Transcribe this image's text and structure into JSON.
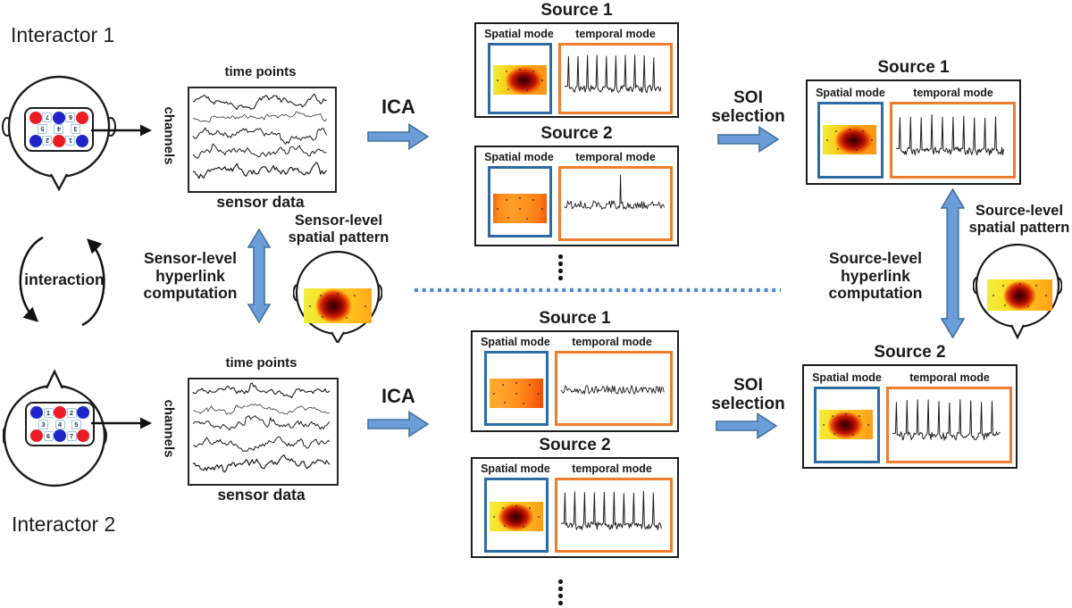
{
  "labels": {
    "interactor1": "Interactor 1",
    "interactor2": "Interactor 2",
    "interaction": "interaction",
    "time_points": "time points",
    "channels": "channels",
    "sensor_data": "sensor data",
    "ica": "ICA",
    "soi_line1": "SOI",
    "soi_line2": "selection",
    "source1": "Source 1",
    "source2": "Source 2",
    "spatial_mode": "Spatial mode",
    "temporal_mode": "temporal mode",
    "sensor_hl_l1": "Sensor-level",
    "sensor_hl_l2": "hyperlink",
    "sensor_hl_l3": "computation",
    "source_hl_l1": "Source-level",
    "source_hl_l2": "hyperlink",
    "source_hl_l3": "computation",
    "sensor_sp_l1": "Sensor-level",
    "sensor_sp_l2": "spatial pattern",
    "source_sp_l1": "Source-level",
    "source_sp_l2": "spatial pattern"
  },
  "electrodes": {
    "rows": [
      {
        "cells": [
          {
            "t": "dot",
            "c": "blue"
          },
          {
            "t": "num",
            "v": "1"
          },
          {
            "t": "dot",
            "c": "red"
          },
          {
            "t": "num",
            "v": "2"
          },
          {
            "t": "dot",
            "c": "blue"
          }
        ]
      },
      {
        "cells": [
          {
            "t": "num",
            "v": "3"
          },
          {
            "t": "num",
            "v": "4"
          },
          {
            "t": "num",
            "v": "5"
          }
        ]
      },
      {
        "cells": [
          {
            "t": "dot",
            "c": "red"
          },
          {
            "t": "num",
            "v": "6"
          },
          {
            "t": "dot",
            "c": "blue"
          },
          {
            "t": "num",
            "v": "7"
          },
          {
            "t": "dot",
            "c": "red"
          }
        ]
      }
    ]
  },
  "colors": {
    "block_arrow_fill": "#6b9dd8",
    "block_arrow_stroke": "#41719c",
    "spatial_box_border": "#2d6ba3",
    "temporal_box_border": "#ee7d2e",
    "divider_dotted": "#4b87cc",
    "electrode_red": "#ec1c24",
    "electrode_blue": "#1f25c8"
  }
}
